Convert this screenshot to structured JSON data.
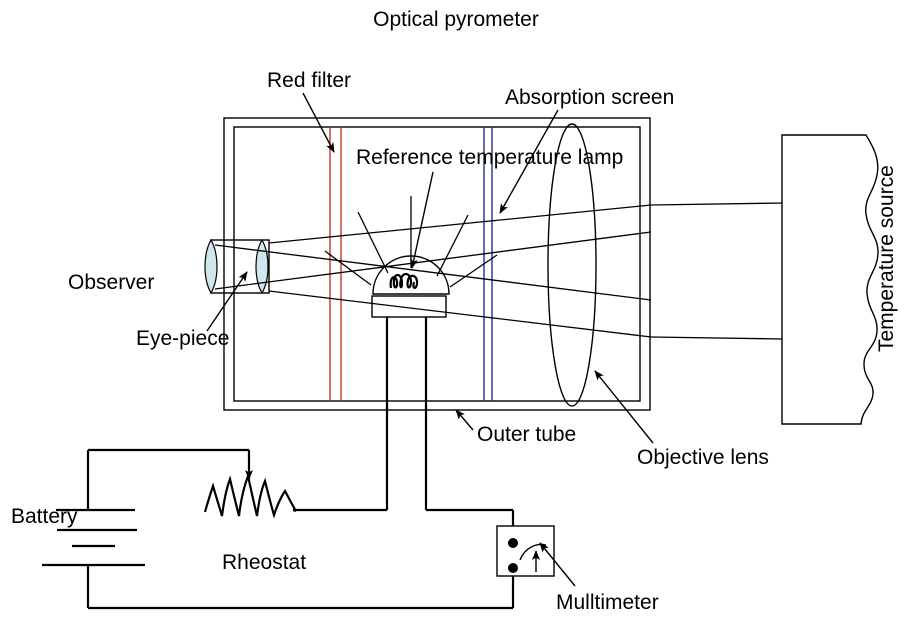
{
  "title": "Optical pyrometer",
  "labels": {
    "red_filter": "Red filter",
    "absorption_screen": "Absorption screen",
    "reference_lamp": "Reference temperature lamp",
    "temperature_source": "Temperature source",
    "observer": "Observer",
    "eye_piece": "Eye-piece",
    "outer_tube": "Outer tube",
    "objective_lens": "Objective lens",
    "battery": "Battery",
    "rheostat": "Rheostat",
    "multimeter": "Mulltimeter"
  },
  "icons": {
    "red_filter": "red-filter-plate-icon",
    "absorption_screen": "absorption-screen-plate-icon",
    "lamp": "reference-lamp-icon",
    "eye_piece": "eye-piece-lens-icon",
    "objective_lens": "objective-lens-icon",
    "temperature_source": "temperature-source-block-icon",
    "battery": "battery-symbol-icon",
    "rheostat": "rheostat-zigzag-icon",
    "multimeter": "multimeter-gauge-icon",
    "outer_tube": "outer-tube-icon",
    "light_rays": "light-ray-icon",
    "radiating_rays": "radiating-glow-icon"
  },
  "colors": {
    "background": "#ffffff",
    "line": "#000000",
    "red_filter": "#c0392b",
    "absorption_screen": "#2a2a8c",
    "lens_fill": "#cfe6ec",
    "lens_stroke": "#000000"
  }
}
